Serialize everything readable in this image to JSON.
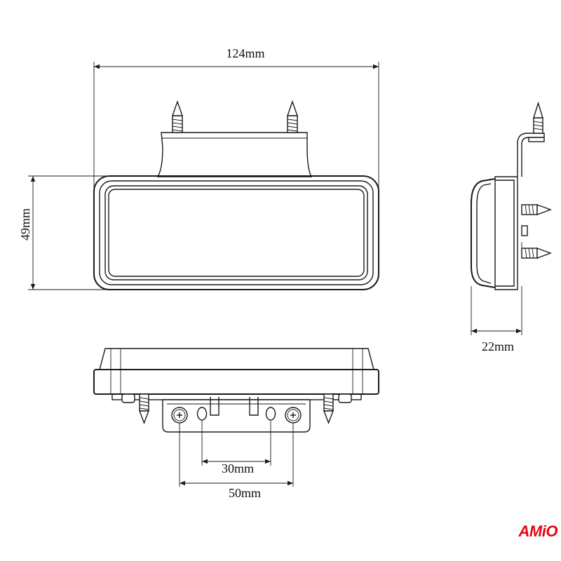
{
  "dimensions": {
    "width": "124mm",
    "height": "49mm",
    "depth": "22mm",
    "inner_spacing": "30mm",
    "outer_spacing": "50mm"
  },
  "brand": {
    "logo_text": "AMiO",
    "color": "#e30613"
  }
}
